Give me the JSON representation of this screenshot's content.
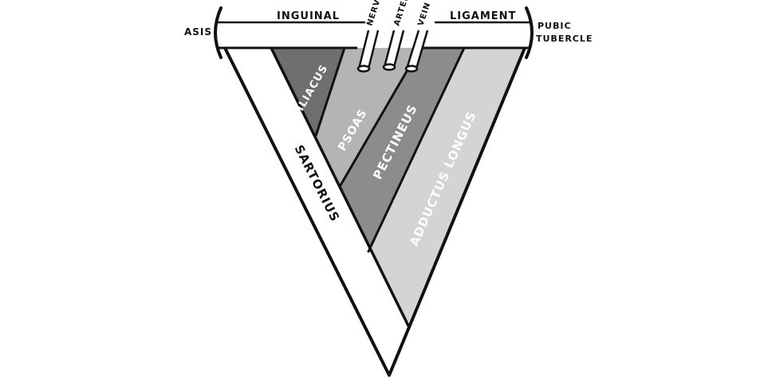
{
  "landmarks": {
    "asis": "ASIS",
    "inguinal": "INGUINAL",
    "ligament": "LIGAMENT",
    "pubic": "PUBIC",
    "tubercle": "TUBERCLE"
  },
  "vessels": {
    "nerve": "NERVE",
    "artery": "ARTERY",
    "vein": "VEIN"
  },
  "muscles": {
    "iliacus": "ILIACUS",
    "psoas": "PSOAS",
    "pectineus": "PECTINEUS",
    "adductor_longus": "ADDUCTUS LONGUS",
    "sartorius": "SARTORIUS"
  },
  "colors": {
    "outline": "#111111",
    "iliacus": "#6f6f6f",
    "psoas": "#b4b4b4",
    "pectineus": "#8c8c8c",
    "adductor_longus": "#d4d4d4",
    "sartorius": "#ffffff",
    "ligament": "#ffffff"
  }
}
